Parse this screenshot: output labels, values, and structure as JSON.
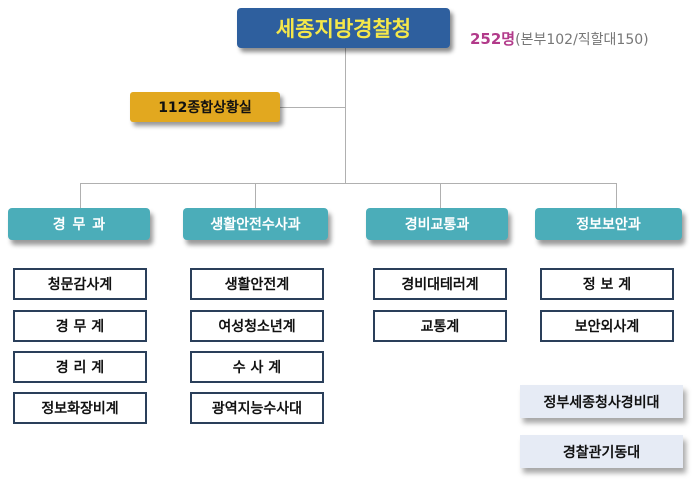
{
  "head": {
    "title": "세종지방경찰청",
    "count": "252명",
    "breakdown": "(본부102/직할대150)"
  },
  "situation_room": "112종합상황실",
  "departments": [
    {
      "name": "경 무 과",
      "teams": [
        "청문감사계",
        "경 무 계",
        "경 리 계",
        "정보화장비계"
      ]
    },
    {
      "name": "생활안전수사과",
      "teams": [
        "생활안전계",
        "여성청소년계",
        "수 사 계",
        "광역지능수사대"
      ]
    },
    {
      "name": "경비교통과",
      "teams": [
        "경비대테러계",
        "교통계"
      ]
    },
    {
      "name": "정보보안과",
      "teams": [
        "정 보 계",
        "보안외사계"
      ]
    }
  ],
  "direct_units": [
    "정부세종청사경비대",
    "경찰관기동대"
  ]
}
